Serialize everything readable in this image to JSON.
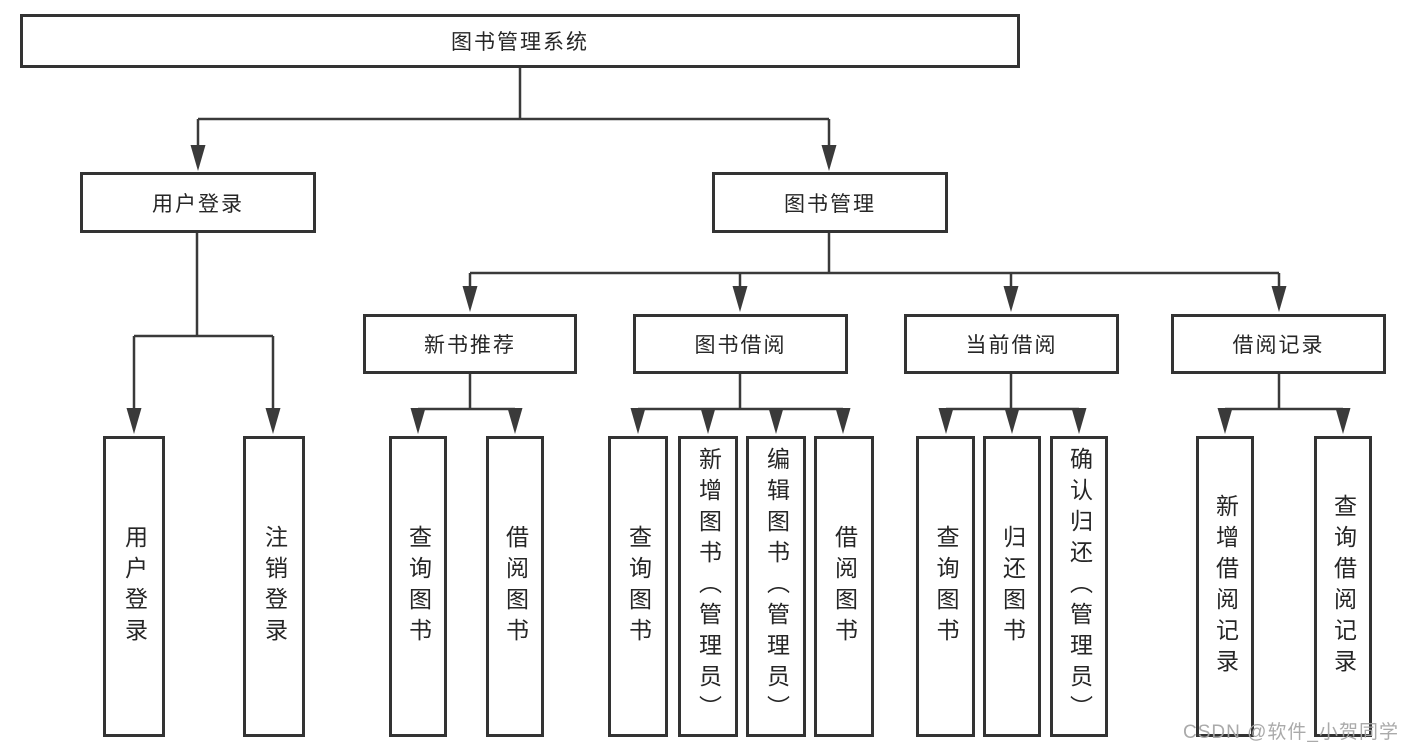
{
  "diagram_title": "图书管理系统",
  "tree": {
    "label": "图书管理系统",
    "children": [
      {
        "label": "用户登录",
        "children": [
          {
            "label": "用户登录"
          },
          {
            "label": "注销登录"
          }
        ]
      },
      {
        "label": "图书管理",
        "children": [
          {
            "label": "新书推荐",
            "children": [
              {
                "label": "查询图书"
              },
              {
                "label": "借阅图书"
              }
            ]
          },
          {
            "label": "图书借阅",
            "children": [
              {
                "label": "查询图书"
              },
              {
                "label": "新增图书（管理员）"
              },
              {
                "label": "编辑图书（管理员）"
              },
              {
                "label": "借阅图书"
              }
            ]
          },
          {
            "label": "当前借阅",
            "children": [
              {
                "label": "查询图书"
              },
              {
                "label": "归还图书"
              },
              {
                "label": "确认归还（管理员）"
              }
            ]
          },
          {
            "label": "借阅记录",
            "children": [
              {
                "label": "新增借阅记录"
              },
              {
                "label": "查询借阅记录"
              }
            ]
          }
        ]
      }
    ]
  },
  "watermark": {
    "text": "CSDN @软件_小贺同学"
  },
  "colors": {
    "line": "#3a3a3a",
    "box_border": "#333333",
    "text": "#262626",
    "watermark": "#a5a5a5",
    "background": "#ffffff"
  }
}
